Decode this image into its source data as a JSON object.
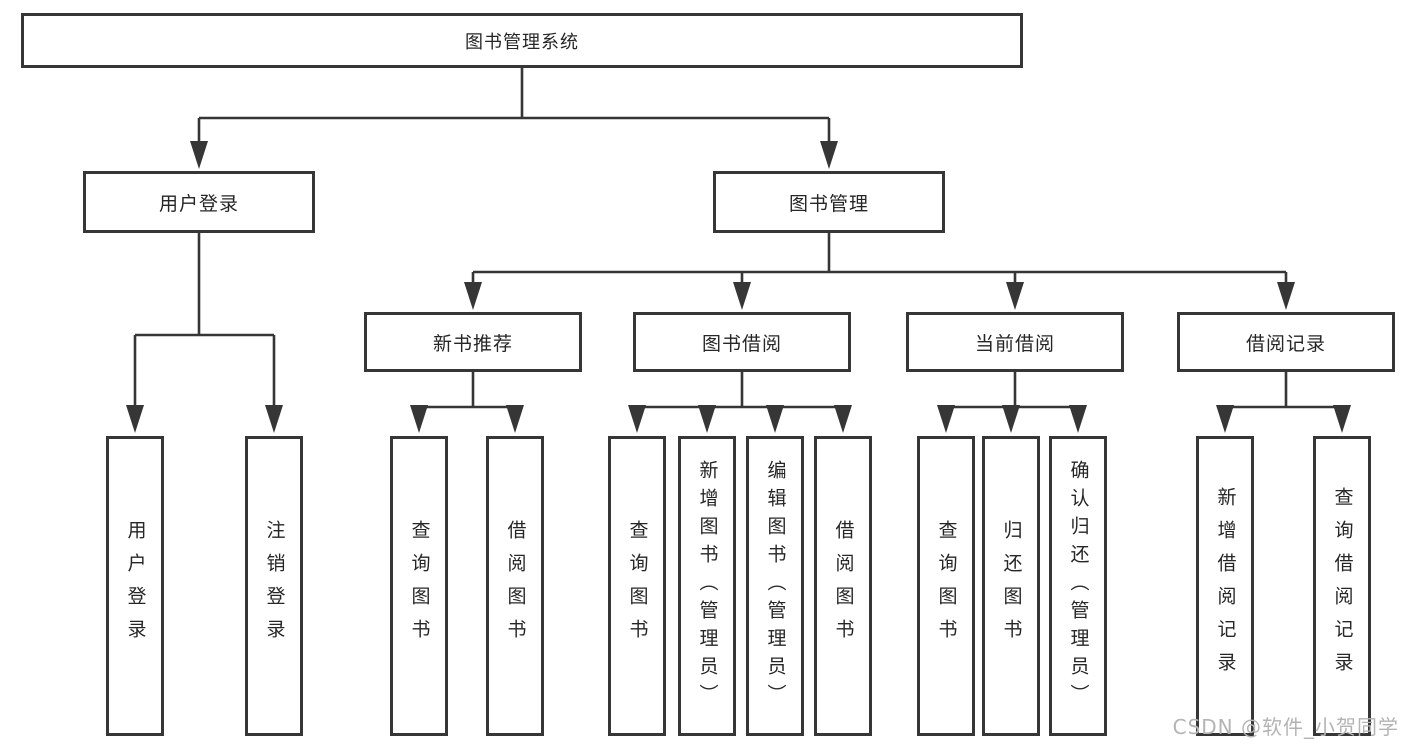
{
  "diagram": {
    "type": "hierarchy-flowchart",
    "title": "图书管理系统",
    "watermark": "CSDN @软件_小贺同学"
  },
  "colors": {
    "line": "#363636",
    "box_border": "#363636",
    "box_fill": "#ffffff",
    "text": "#262626",
    "watermark": "#b4b4b4",
    "background": "#ffffff"
  },
  "nodes": {
    "root": {
      "label": "图书管理系统"
    },
    "level2": [
      {
        "label": "用户登录"
      },
      {
        "label": "图书管理"
      }
    ],
    "level3": [
      {
        "label": "新书推荐"
      },
      {
        "label": "图书借阅"
      },
      {
        "label": "当前借阅"
      },
      {
        "label": "借阅记录"
      }
    ],
    "leaves": [
      {
        "label": "用户登录",
        "parent": "用户登录"
      },
      {
        "label": "注销登录",
        "parent": "用户登录"
      },
      {
        "label": "查询图书",
        "parent": "新书推荐"
      },
      {
        "label": "借阅图书",
        "parent": "新书推荐"
      },
      {
        "label": "查询图书",
        "parent": "图书借阅"
      },
      {
        "label": "新增图书（管理员）",
        "parent": "图书借阅"
      },
      {
        "label": "编辑图书（管理员）",
        "parent": "图书借阅"
      },
      {
        "label": "借阅图书",
        "parent": "图书借阅"
      },
      {
        "label": "查询图书",
        "parent": "当前借阅"
      },
      {
        "label": "归还图书",
        "parent": "当前借阅"
      },
      {
        "label": "确认归还（管理员）",
        "parent": "当前借阅"
      },
      {
        "label": "新增借阅记录",
        "parent": "借阅记录"
      },
      {
        "label": "查询借阅记录",
        "parent": "借阅记录"
      }
    ]
  }
}
